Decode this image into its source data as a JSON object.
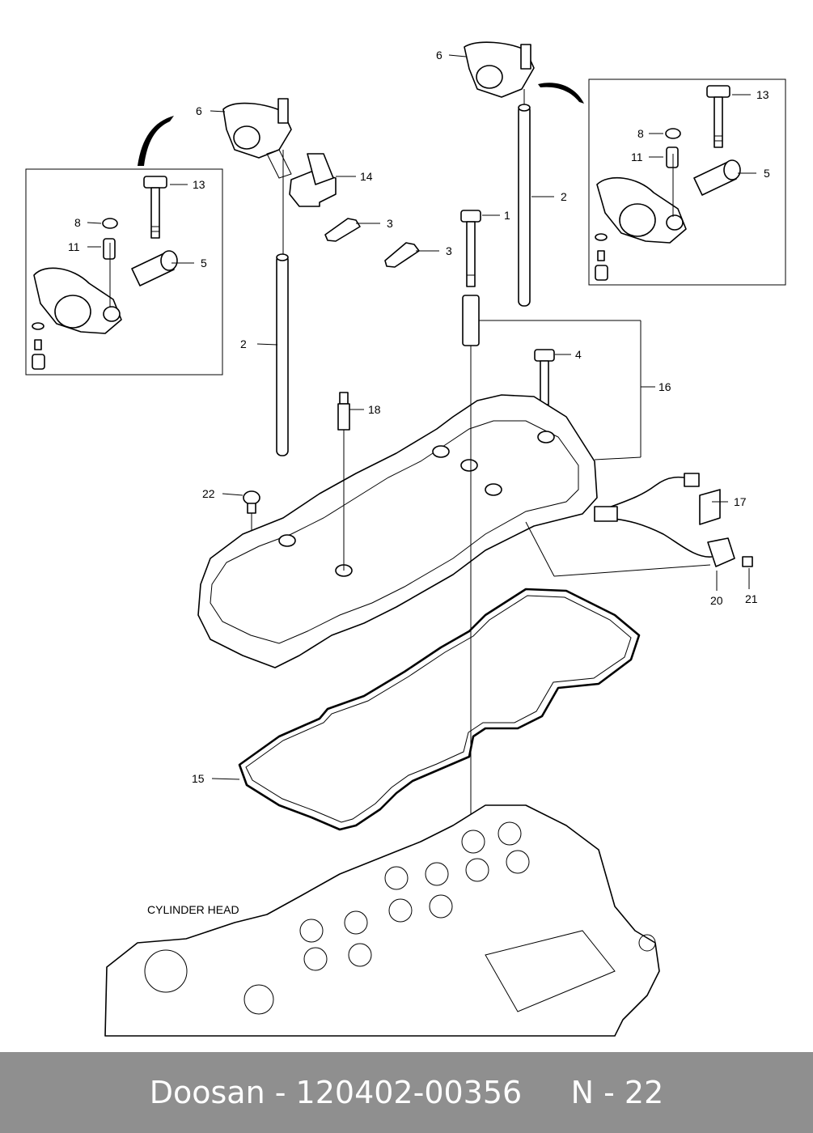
{
  "callouts": {
    "c1": "1",
    "c2a": "2",
    "c2b": "2",
    "c3a": "3",
    "c3b": "3",
    "c4": "4",
    "c5a": "5",
    "c5b": "5",
    "c6a": "6",
    "c6b": "6",
    "c8a": "8",
    "c8b": "8",
    "c11a": "11",
    "c11b": "11",
    "c13a": "13",
    "c13b": "13",
    "c14": "14",
    "c15": "15",
    "c16": "16",
    "c17": "17",
    "c18": "18",
    "c20": "20",
    "c21": "21",
    "c22": "22"
  },
  "labels": {
    "cylinder_head": "CYLINDER HEAD"
  },
  "footer": {
    "brand": "Doosan",
    "separator": " - ",
    "part_number": "120402-00356",
    "page": "N - 22"
  }
}
